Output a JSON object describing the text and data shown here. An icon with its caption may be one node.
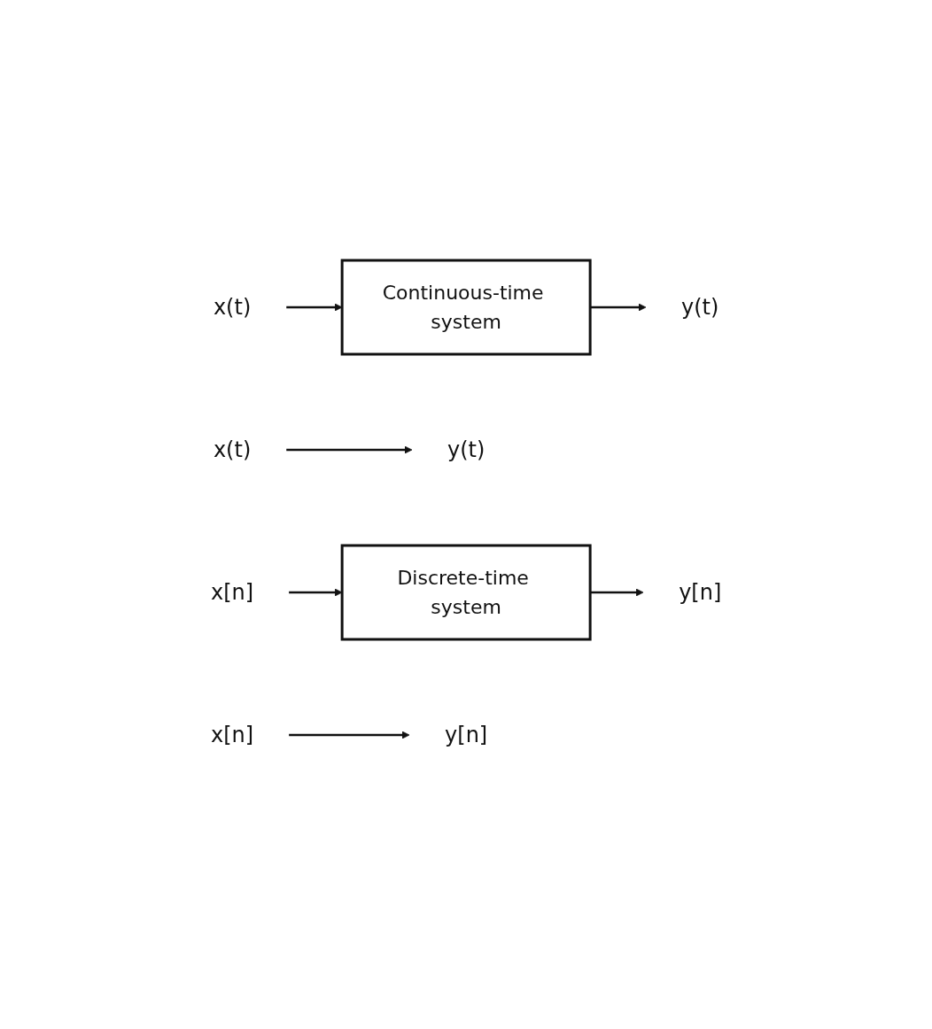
{
  "diagram": {
    "nodes": [
      {
        "text": [
          "x(t)"
        ]
      },
      {
        "text": [
          "Continuous-time system"
        ]
      },
      {
        "text": [
          "y(t)"
        ]
      },
      {
        "text": [
          "x(t)"
        ]
      },
      {
        "text": [
          "y(t)"
        ]
      },
      {
        "text": [
          "x[n]"
        ]
      },
      {
        "text": [
          "Discrete-time system"
        ]
      },
      {
        "text": [
          "y[n]"
        ]
      },
      {
        "text": [
          "x[n]"
        ]
      },
      {
        "text": [
          "y[n]"
        ]
      }
    ],
    "edges": [
      {
        "from": 0,
        "to": 1,
        "arrow": "to"
      },
      {
        "from": 1,
        "to": 2,
        "arrow": "to"
      },
      {
        "from": 3,
        "to": 4,
        "arrow": "to"
      },
      {
        "from": 5,
        "to": 6,
        "arrow": "to"
      },
      {
        "from": 6,
        "to": 7,
        "arrow": "to"
      },
      {
        "from": 8,
        "to": 9,
        "arrow": "to"
      }
    ]
  }
}
